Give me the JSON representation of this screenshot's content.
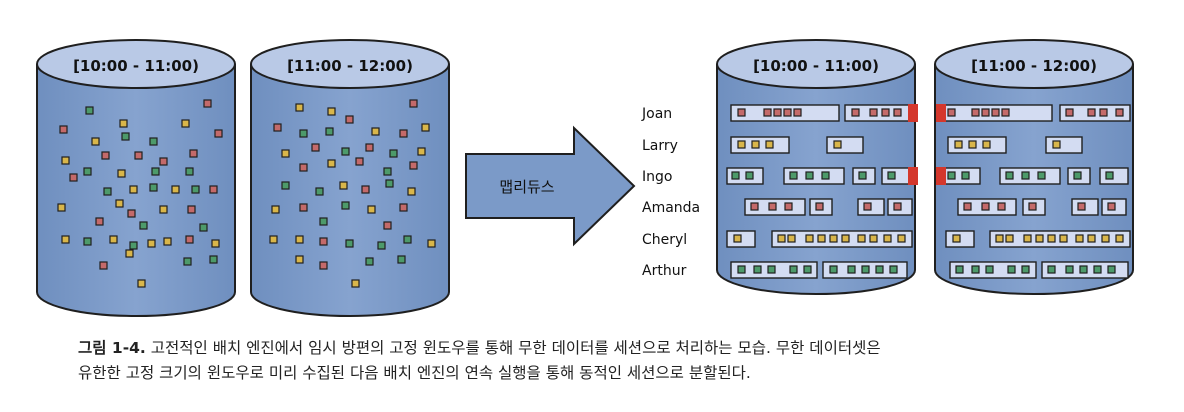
{
  "windows": {
    "first": "[10:00 - 11:00)",
    "second": "[11:00 - 12:00)"
  },
  "process_label": "맵리듀스",
  "users": [
    "Joan",
    "Larry",
    "Ingo",
    "Amanda",
    "Cheryl",
    "Arthur"
  ],
  "caption": {
    "figure": "그림 1-4.",
    "line1": " 고전적인 배치 엔진에서 임시 방편의 고정 윈도우를 통해 무한 데이터를 세션으로 처리하는 모습. 무한 데이터셋은",
    "line2": "유한한 고정 크기의 윈도우로 미리 수집된 다음 배치 엔진의 연속 실행을 통해 동적인 세션으로 분할된다."
  },
  "colors": {
    "cylinder_fill": "#7b9ac8",
    "cylinder_top": "#b9c9e6",
    "outline": "#1f1f1f",
    "event_red": "#c46a6a",
    "event_green": "#4d9a6a",
    "event_yellow": "#d9b64a",
    "session_box": "#d3dcf2",
    "window_cut": "#d4372c"
  }
}
